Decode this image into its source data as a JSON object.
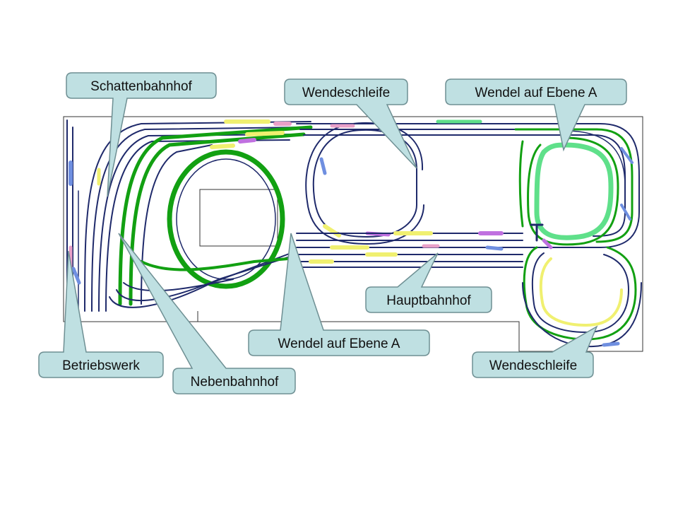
{
  "labels": {
    "schattenbahnhof": "Schattenbahnhof",
    "wendeschleife_top": "Wendeschleife",
    "wendel_top": "Wendel auf Ebene A",
    "hauptbahnhof": "Hauptbahnhof",
    "wendel_bottom": "Wendel auf Ebene A",
    "betriebswerk": "Betriebswerk",
    "nebenbahnhof": "Nebenbahnhof",
    "wendeschleife_bottom": "Wendeschleife"
  },
  "colors": {
    "callout_fill": "#bfe0e2",
    "callout_stroke": "#6e8f93",
    "track": "#1f2a6b",
    "track_green": "#12a012",
    "track_light_green": "#5fe08a",
    "track_yellow": "#f0f070",
    "track_purple": "#c070e0",
    "track_pink": "#e9a0c8",
    "track_blue": "#6f8fe0",
    "board_outline": "#333333"
  }
}
